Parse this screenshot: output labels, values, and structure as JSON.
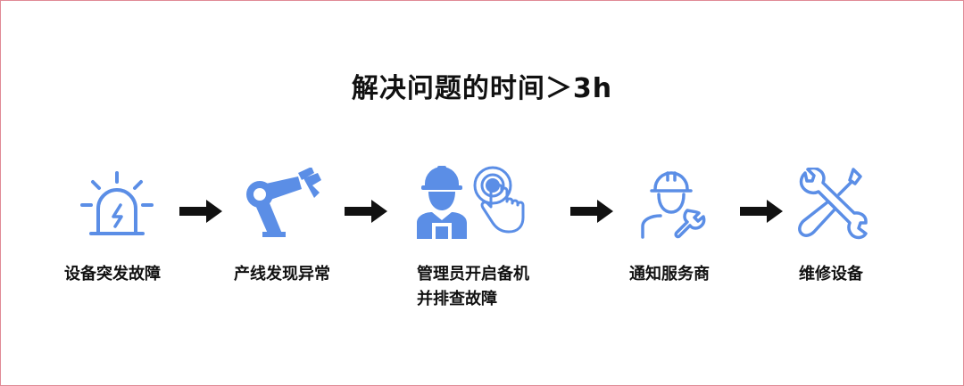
{
  "title": "解决问题的时间＞3h",
  "colors": {
    "icon": "#5b8ee6",
    "arrow": "#111111",
    "border": "#e08a96"
  },
  "steps": [
    {
      "icon": "alarm-light-icon",
      "label": "设备突发故障"
    },
    {
      "icon": "robot-arm-icon",
      "label": "产线发现异常"
    },
    {
      "icon": "worker-press-button-icon",
      "label_line1": "管理员开启备机",
      "label_line2": "并排查故障"
    },
    {
      "icon": "worker-wrench-icon",
      "label": "通知服务商"
    },
    {
      "icon": "wrench-screwdriver-icon",
      "label": "维修设备"
    }
  ]
}
